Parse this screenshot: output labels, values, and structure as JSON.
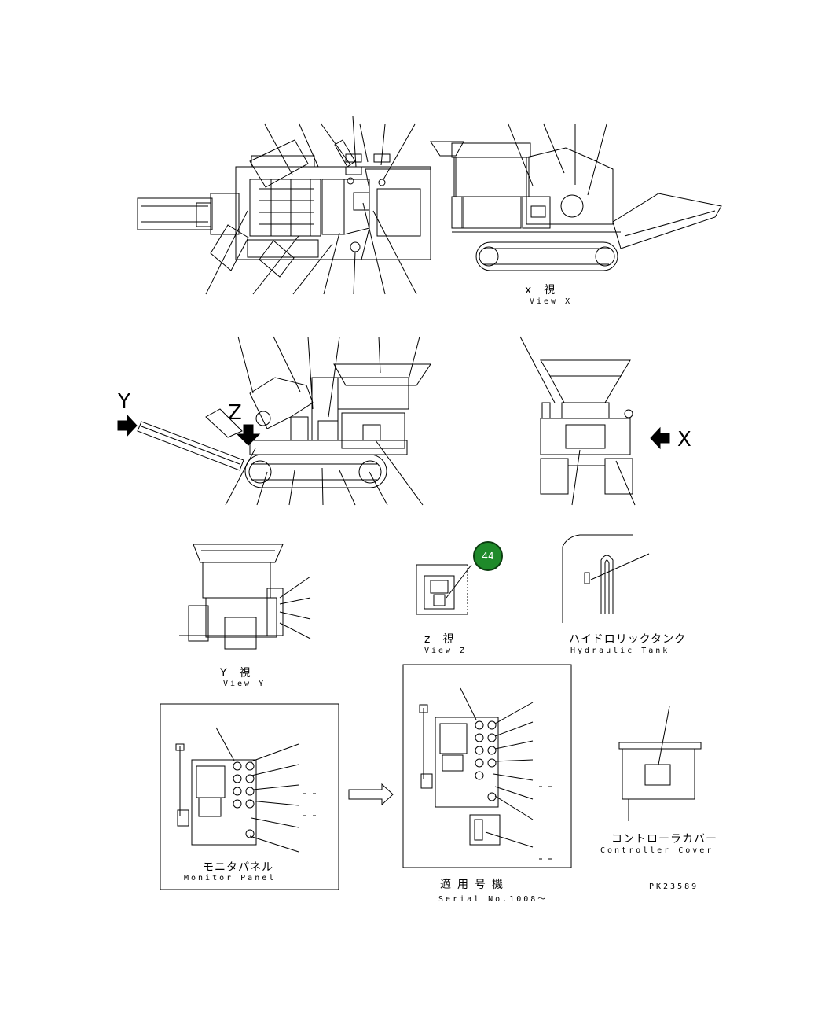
{
  "views": {
    "view_x_jp": "x　視",
    "view_x_en": "View X",
    "view_y_jp": "Y　視",
    "view_y_en": "View Y",
    "view_z_jp": "z　視",
    "view_z_en": "View Z"
  },
  "arrows": {
    "y_label": "Y",
    "z_label": "Z",
    "x_label": "X"
  },
  "hydraulic_tank": {
    "jp": "ハイドロリックタンク",
    "en": "Hydraulic Tank"
  },
  "monitor_panel": {
    "jp": "モニタパネル",
    "en": "Monitor Panel"
  },
  "serial": {
    "jp": "適用号機",
    "en": "Serial No.1008〜"
  },
  "controller_cover": {
    "jp": "コントローラカバー",
    "en": "Controller Cover"
  },
  "callout_badge": {
    "number": "44",
    "color": "#1f8a2a"
  },
  "drawing_number": "PK23589"
}
